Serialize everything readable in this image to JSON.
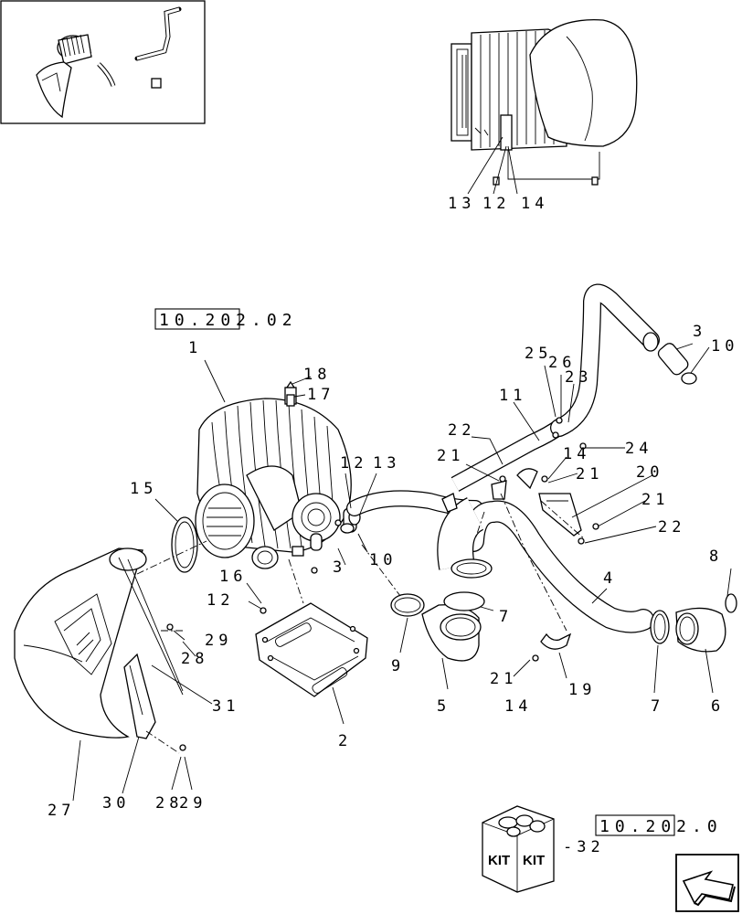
{
  "diagram": {
    "reference_boxes": [
      "10.202.02",
      "10.202.0"
    ],
    "kit": {
      "labels": [
        "KIT",
        "KIT"
      ],
      "callout": "-32"
    },
    "callouts": {
      "c1": "1",
      "c2": "2",
      "c3a": "3",
      "c3b": "3",
      "c4": "4",
      "c5": "5",
      "c6": "6",
      "c7a": "7",
      "c7b": "7",
      "c8": "8",
      "c9": "9",
      "c10a": "10",
      "c10b": "10",
      "c11": "11",
      "c12a": "12",
      "c12b": "12",
      "c12c": "12",
      "c13a": "13",
      "c13b": "13",
      "c14a": "14",
      "c14b": "14",
      "c14c": "14",
      "c15": "15",
      "c16": "16",
      "c17": "17",
      "c18": "18",
      "c19": "19",
      "c20": "20",
      "c21a": "21",
      "c21b": "21",
      "c21c": "21",
      "c21d": "21",
      "c22a": "22",
      "c22b": "22",
      "c23": "23",
      "c24": "24",
      "c25": "25",
      "c26": "26",
      "c27": "27",
      "c28a": "28",
      "c28b": "28",
      "c29a": "29",
      "c29b": "29",
      "c30": "30",
      "c31": "31"
    },
    "icons": [
      "overview-thumbnail",
      "kit-box-icon",
      "navigation-arrow-icon"
    ]
  }
}
